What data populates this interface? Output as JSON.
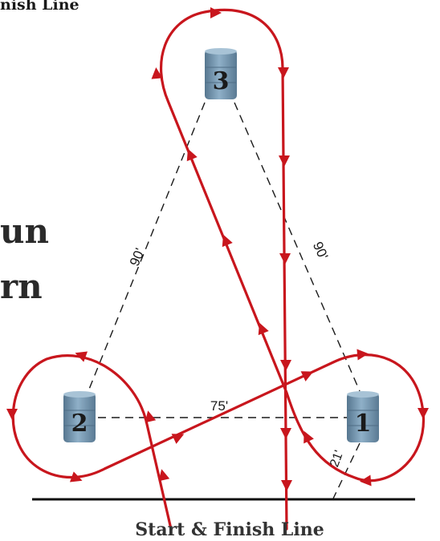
{
  "header": {
    "top_fragment": "nish Line",
    "title_line1_fragment": "un",
    "title_line2_fragment": "rn"
  },
  "barrels": [
    {
      "number": "1"
    },
    {
      "number": "2"
    },
    {
      "number": "3"
    }
  ],
  "measurements": {
    "left_side": "90'",
    "right_side": "90'",
    "base": "75'",
    "start_gap": "21'"
  },
  "footer": {
    "start_finish_label": "Start & Finish Line"
  },
  "colors": {
    "path": "#c8161d",
    "barrel": "#7b9bb4",
    "barrel_dark": "#56768f",
    "guide_lines": "#1a1a1a",
    "baseline": "#111111"
  }
}
